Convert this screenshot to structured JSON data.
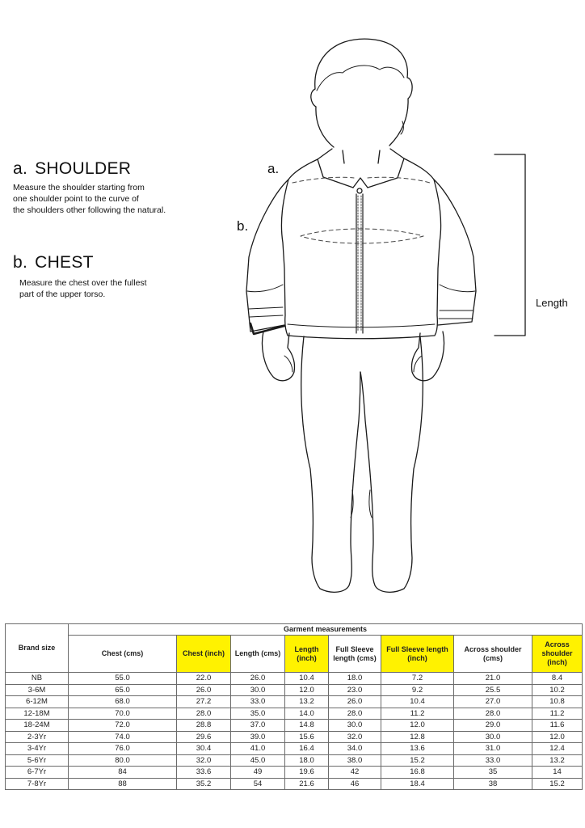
{
  "measurements": {
    "shoulder": {
      "letter": "a.",
      "title": "SHOULDER",
      "description": "Measure the shoulder starting from\none shoulder point to the curve of\nthe shoulders other following the natural."
    },
    "chest": {
      "letter": "b.",
      "title": "CHEST",
      "description": "Measure the chest over the fullest\npart of the upper torso."
    }
  },
  "figure": {
    "marker_a": "a.",
    "marker_b": "b.",
    "length_label": "Length"
  },
  "table": {
    "brand_size_header": "Brand size",
    "group_header": "Garment measurements",
    "columns": [
      {
        "label": "Chest (cms)",
        "highlight": false
      },
      {
        "label": "Chest (inch)",
        "highlight": true
      },
      {
        "label": "Length (cms)",
        "highlight": false
      },
      {
        "label": "Length (inch)",
        "highlight": true
      },
      {
        "label": "Full Sleeve length (cms)",
        "highlight": false
      },
      {
        "label": "Full Sleeve length (inch)",
        "highlight": true
      },
      {
        "label": "Across shoulder (cms)",
        "highlight": false
      },
      {
        "label": "Across shoulder (inch)",
        "highlight": true
      }
    ],
    "highlight_color": "#fff200",
    "rows": [
      {
        "size": "NB",
        "values": [
          "55.0",
          "22.0",
          "26.0",
          "10.4",
          "18.0",
          "7.2",
          "21.0",
          "8.4"
        ]
      },
      {
        "size": "3-6M",
        "values": [
          "65.0",
          "26.0",
          "30.0",
          "12.0",
          "23.0",
          "9.2",
          "25.5",
          "10.2"
        ]
      },
      {
        "size": "6-12M",
        "values": [
          "68.0",
          "27.2",
          "33.0",
          "13.2",
          "26.0",
          "10.4",
          "27.0",
          "10.8"
        ]
      },
      {
        "size": "12-18M",
        "values": [
          "70.0",
          "28.0",
          "35.0",
          "14.0",
          "28.0",
          "11.2",
          "28.0",
          "11.2"
        ]
      },
      {
        "size": "18-24M",
        "values": [
          "72.0",
          "28.8",
          "37.0",
          "14.8",
          "30.0",
          "12.0",
          "29.0",
          "11.6"
        ]
      },
      {
        "size": "2-3Yr",
        "values": [
          "74.0",
          "29.6",
          "39.0",
          "15.6",
          "32.0",
          "12.8",
          "30.0",
          "12.0"
        ]
      },
      {
        "size": "3-4Yr",
        "values": [
          "76.0",
          "30.4",
          "41.0",
          "16.4",
          "34.0",
          "13.6",
          "31.0",
          "12.4"
        ]
      },
      {
        "size": "5-6Yr",
        "values": [
          "80.0",
          "32.0",
          "45.0",
          "18.0",
          "38.0",
          "15.2",
          "33.0",
          "13.2"
        ]
      },
      {
        "size": "6-7Yr",
        "values": [
          "84",
          "33.6",
          "49",
          "19.6",
          "42",
          "16.8",
          "35",
          "14"
        ]
      },
      {
        "size": "7-8Yr",
        "values": [
          "88",
          "35.2",
          "54",
          "21.6",
          "46",
          "18.4",
          "38",
          "15.2"
        ]
      }
    ]
  }
}
